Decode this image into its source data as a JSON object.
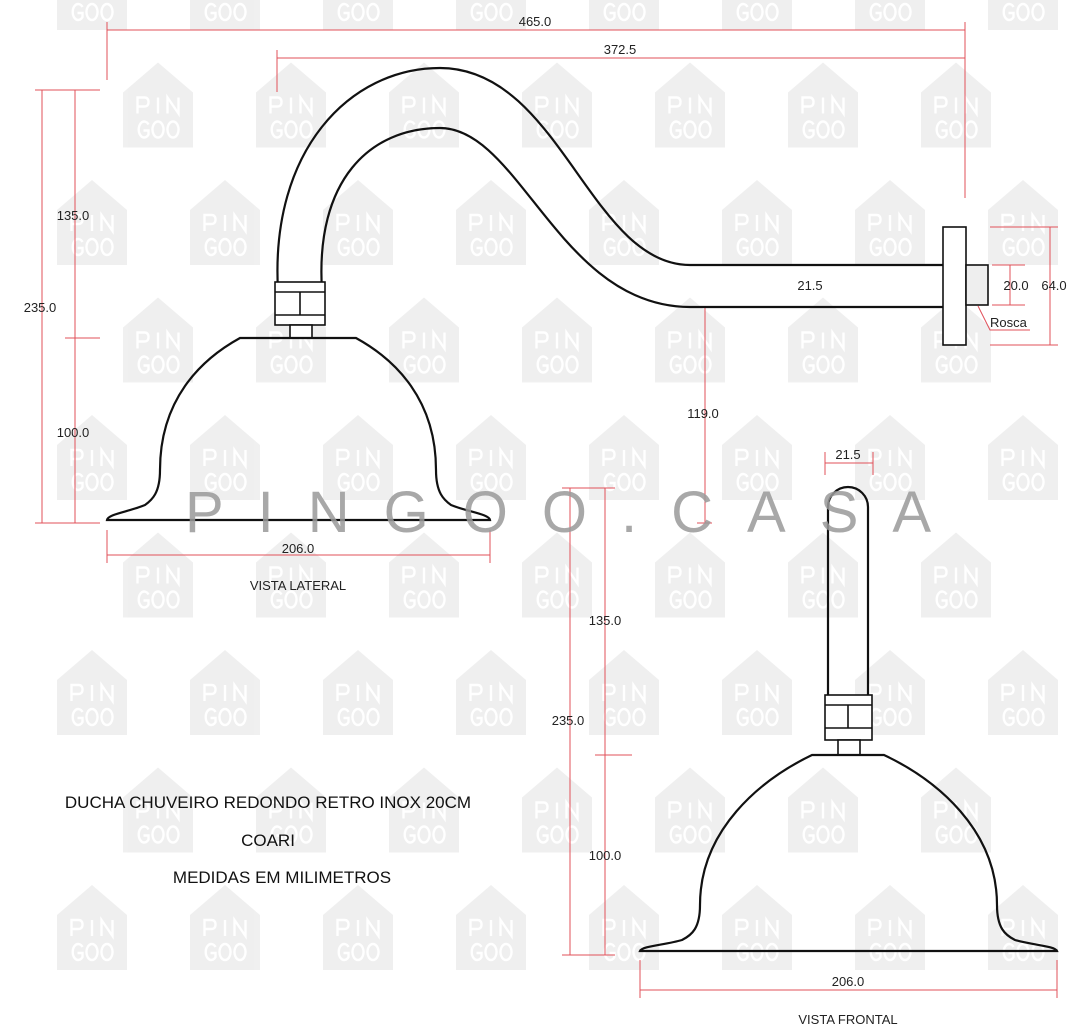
{
  "watermark": {
    "logo_line1": "PIN",
    "logo_line2": "GOO",
    "banner": "PINGOO.CASA"
  },
  "lateral_view": {
    "label": "VISTA LATERAL",
    "dims": {
      "total_length": "465.0",
      "arm_length": "372.5",
      "total_height": "235.0",
      "arm_height": "135.0",
      "head_height": "100.0",
      "drop": "119.0",
      "pipe_diameter": "21.5",
      "thread_diameter": "20.0",
      "flange_diameter": "64.0",
      "head_diameter": "206.0"
    },
    "thread_label": "Rosca"
  },
  "front_view": {
    "label": "VISTA FRONTAL",
    "dims": {
      "pipe_diameter": "21.5",
      "total_height": "235.0",
      "arm_height": "135.0",
      "head_height": "100.0",
      "head_diameter": "206.0"
    }
  },
  "title_block": {
    "line1": "DUCHA CHUVEIRO REDONDO RETRO INOX 20CM",
    "line2": "COARI",
    "line3": "MEDIDAS EM MILIMETROS"
  }
}
